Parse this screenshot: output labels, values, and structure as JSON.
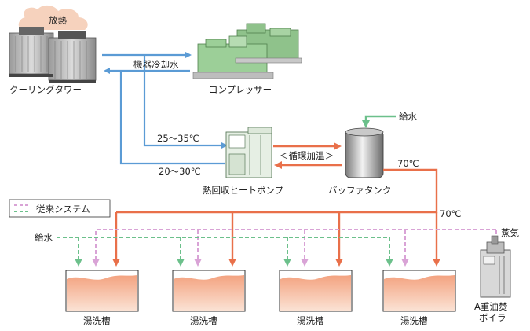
{
  "labels": {
    "heat_release": "放熱",
    "cooling_tower": "クーリングタワー",
    "equipment_cooling_water": "機器冷却水",
    "compressor": "コンプレッサー",
    "feed_water_top": "給水",
    "temp_in": "25～35℃",
    "temp_out": "20～30℃",
    "circulation_heating": "＜循環加温＞",
    "heat_pump": "熱回収ヒートポンプ",
    "buffer_tank": "バッファタンク",
    "temp_tank_out": "70℃",
    "temp_main": "70℃",
    "legend_conventional": "従来システム",
    "feed_water_left": "給水",
    "steam": "蒸気",
    "boiler_line1": "A重油焚",
    "boiler_line2": "ボイラ",
    "tank1": "湯洗槽",
    "tank2": "湯洗槽",
    "tank3": "湯洗槽",
    "tank4": "湯洗槽"
  },
  "colors": {
    "cooling_water": "#5b9bd5",
    "hot_water": "#e9704a",
    "feed_water": "#6cc08b",
    "steam": "#d9a3d6",
    "tank_water": "#f4a582"
  }
}
